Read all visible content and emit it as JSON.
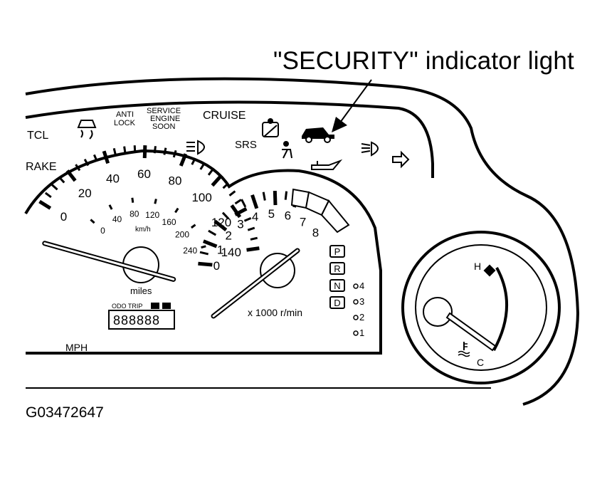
{
  "callout": {
    "text": "\"SECURITY\" indicator light"
  },
  "figure_id": "G03472647",
  "warning_lights": {
    "tcl": "TCL",
    "anti_lock": [
      "ANTI",
      "LOCK"
    ],
    "service_engine_soon": [
      "SERVICE",
      "ENGINE",
      "SOON"
    ],
    "cruise": "CRUISE",
    "srs": "SRS",
    "brake": "RAKE"
  },
  "speedometer": {
    "mph_labels": [
      "0",
      "20",
      "40",
      "60",
      "80",
      "100",
      "120",
      "140"
    ],
    "kmh_labels": [
      "0",
      "40",
      "80",
      "120",
      "160",
      "200",
      "240"
    ],
    "kmh_unit": "km/h",
    "unit": "MPH",
    "odometer_unit": "miles",
    "odo_trip_label": "ODO TRIP",
    "odometer_value": "888888",
    "needle_value_mph": 0
  },
  "tachometer": {
    "labels": [
      "0",
      "1",
      "2",
      "3",
      "4",
      "5",
      "6",
      "7",
      "8"
    ],
    "unit": "x 1000 r/min",
    "needle_value_rpm_x1000": 0
  },
  "gear_indicator": {
    "letters": [
      "P",
      "R",
      "N",
      "D"
    ],
    "ranges": [
      "4",
      "3",
      "2",
      "1"
    ]
  },
  "temperature_gauge": {
    "hot": "H",
    "cold": "C"
  }
}
